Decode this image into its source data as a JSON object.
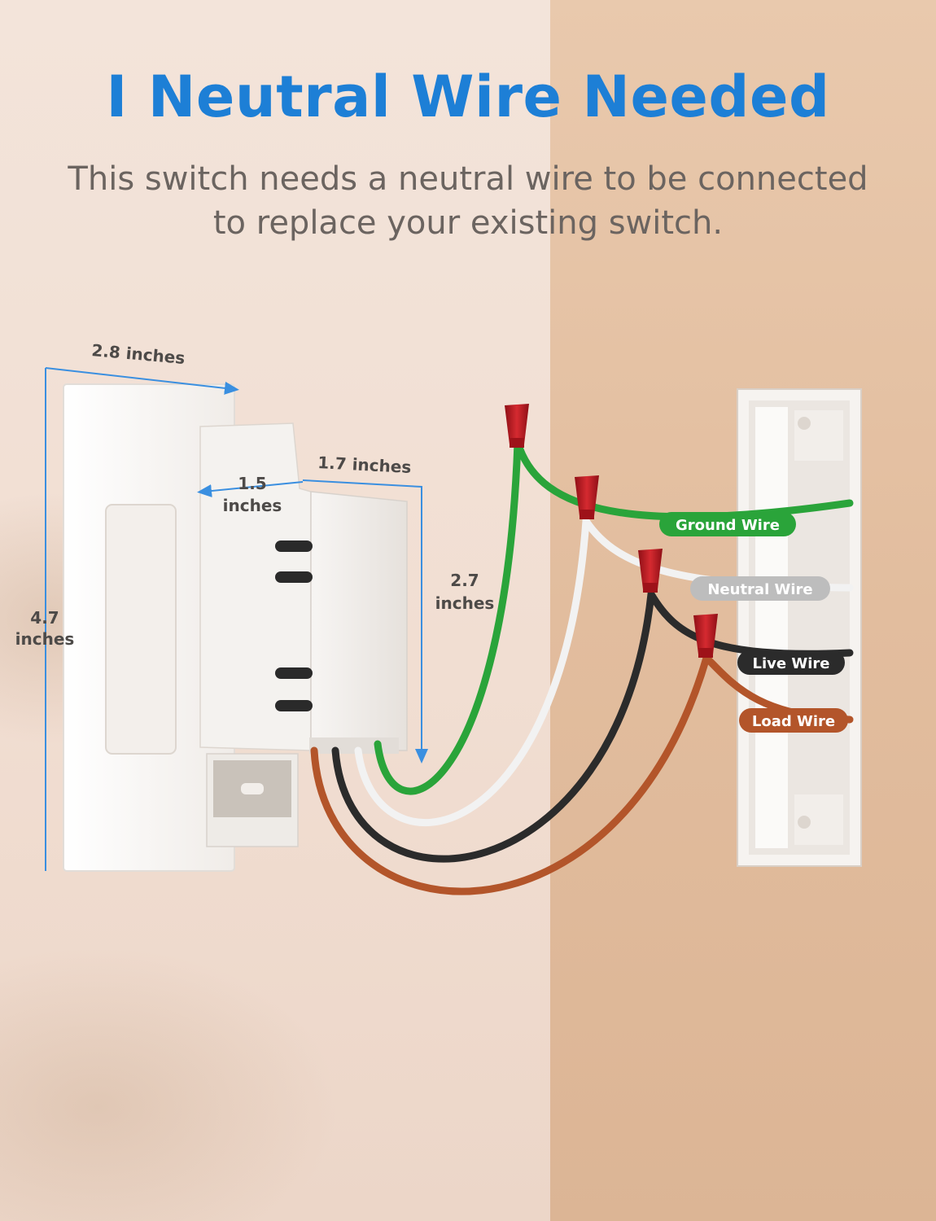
{
  "headline": "I  Neutral Wire Needed",
  "subtitle": {
    "line1": "This switch needs a neutral wire to be connected",
    "line2": "to replace your existing switch."
  },
  "dimensions": {
    "plate_width": "2.8 inches",
    "plate_height_value": "4.7",
    "plate_height_unit": "inches",
    "body_width_value": "1.5",
    "body_width_unit": "inches",
    "body_depth": "1.7 inches",
    "body_height_value": "2.7",
    "body_height_unit": "inches"
  },
  "wires": {
    "ground": "Ground Wire",
    "neutral": "Neutral Wire",
    "live": "Live Wire",
    "load": "Load Wire"
  },
  "colors": {
    "headline": "#1d7fd6",
    "ground": "#2aa43a",
    "neutral": "#bdbdbd",
    "live": "#2b2b2b",
    "load": "#b3552a",
    "wire_nut": "#c81d25",
    "dimension_line": "#3a8fe0"
  }
}
